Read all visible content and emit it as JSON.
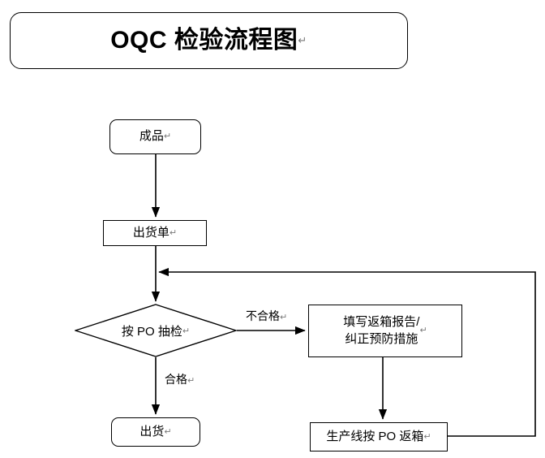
{
  "diagram": {
    "title": {
      "text": "OQC 检验流程图",
      "pilcrow": "↵"
    },
    "nodes": [
      {
        "id": "finished-goods",
        "label": "成品",
        "pilcrow": "↵",
        "shape": "rounded-rect"
      },
      {
        "id": "shipping-order",
        "label": "出货单",
        "pilcrow": "↵",
        "shape": "rect"
      },
      {
        "id": "po-sampling",
        "label": "按 PO 抽检",
        "pilcrow": "↵",
        "shape": "diamond"
      },
      {
        "id": "fill-report",
        "label": "填写返箱报告/\n纠正预防措施",
        "pilcrow": "↵",
        "shape": "rect"
      },
      {
        "id": "shipment",
        "label": "出货",
        "pilcrow": "↵",
        "shape": "rounded-rect"
      },
      {
        "id": "line-return-box",
        "label": "生产线按 PO 返箱",
        "pilcrow": "↵",
        "shape": "rect"
      }
    ],
    "edge_labels": [
      {
        "id": "fail",
        "text": "不合格",
        "pilcrow": "↵"
      },
      {
        "id": "pass",
        "text": "合格",
        "pilcrow": "↵"
      }
    ],
    "colors": {
      "stroke": "#000000",
      "background": "#ffffff",
      "text": "#000000",
      "pilcrow": "#7a7a7a"
    }
  }
}
